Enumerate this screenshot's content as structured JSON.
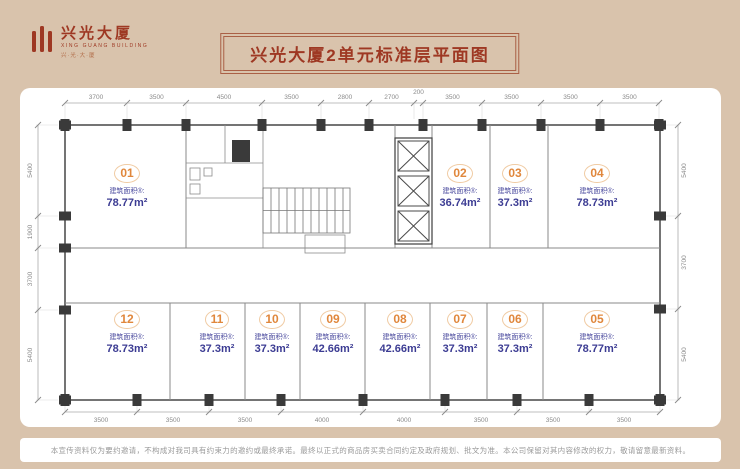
{
  "header": {
    "brand": {
      "name": "兴光大厦",
      "name_en": "XING GUANG BUILDING",
      "tagline": "兴·光·大·厦"
    },
    "title": "兴光大厦2单元标准层平面图"
  },
  "labels": {
    "area_label": "建筑面积®:"
  },
  "plan": {
    "units": [
      {
        "id": "01",
        "area": "78.77m²"
      },
      {
        "id": "02",
        "area": "36.74m²"
      },
      {
        "id": "03",
        "area": "37.3m²"
      },
      {
        "id": "04",
        "area": "78.73m²"
      },
      {
        "id": "05",
        "area": "78.77m²"
      },
      {
        "id": "06",
        "area": "37.3m²"
      },
      {
        "id": "07",
        "area": "37.3m²"
      },
      {
        "id": "08",
        "area": "42.66m²"
      },
      {
        "id": "09",
        "area": "42.66m²"
      },
      {
        "id": "10",
        "area": "37.3m²"
      },
      {
        "id": "11",
        "area": "37.3m²"
      },
      {
        "id": "12",
        "area": "78.73m²"
      }
    ],
    "dims": {
      "top": [
        "3700",
        "3500",
        "4500",
        "3500",
        "2800",
        "2700",
        "200",
        "3500",
        "3500",
        "3500",
        "3500"
      ],
      "bottom": [
        "3500",
        "3500",
        "3500",
        "4000",
        "4000",
        "3500",
        "3500",
        "3500"
      ],
      "left": [
        "5400",
        "1900",
        "3700",
        "5400"
      ],
      "right": [
        "5400",
        "3700",
        "5400"
      ]
    }
  },
  "footer": {
    "disclaimer": "本宣传资料仅为要约邀请，不构成对我司具有约束力的邀约或最终承诺。最终以正式的商品房买卖合同约定及政府规划、批文为准。本公司保留对其内容修改的权力，敬请留意最新资料。"
  }
}
